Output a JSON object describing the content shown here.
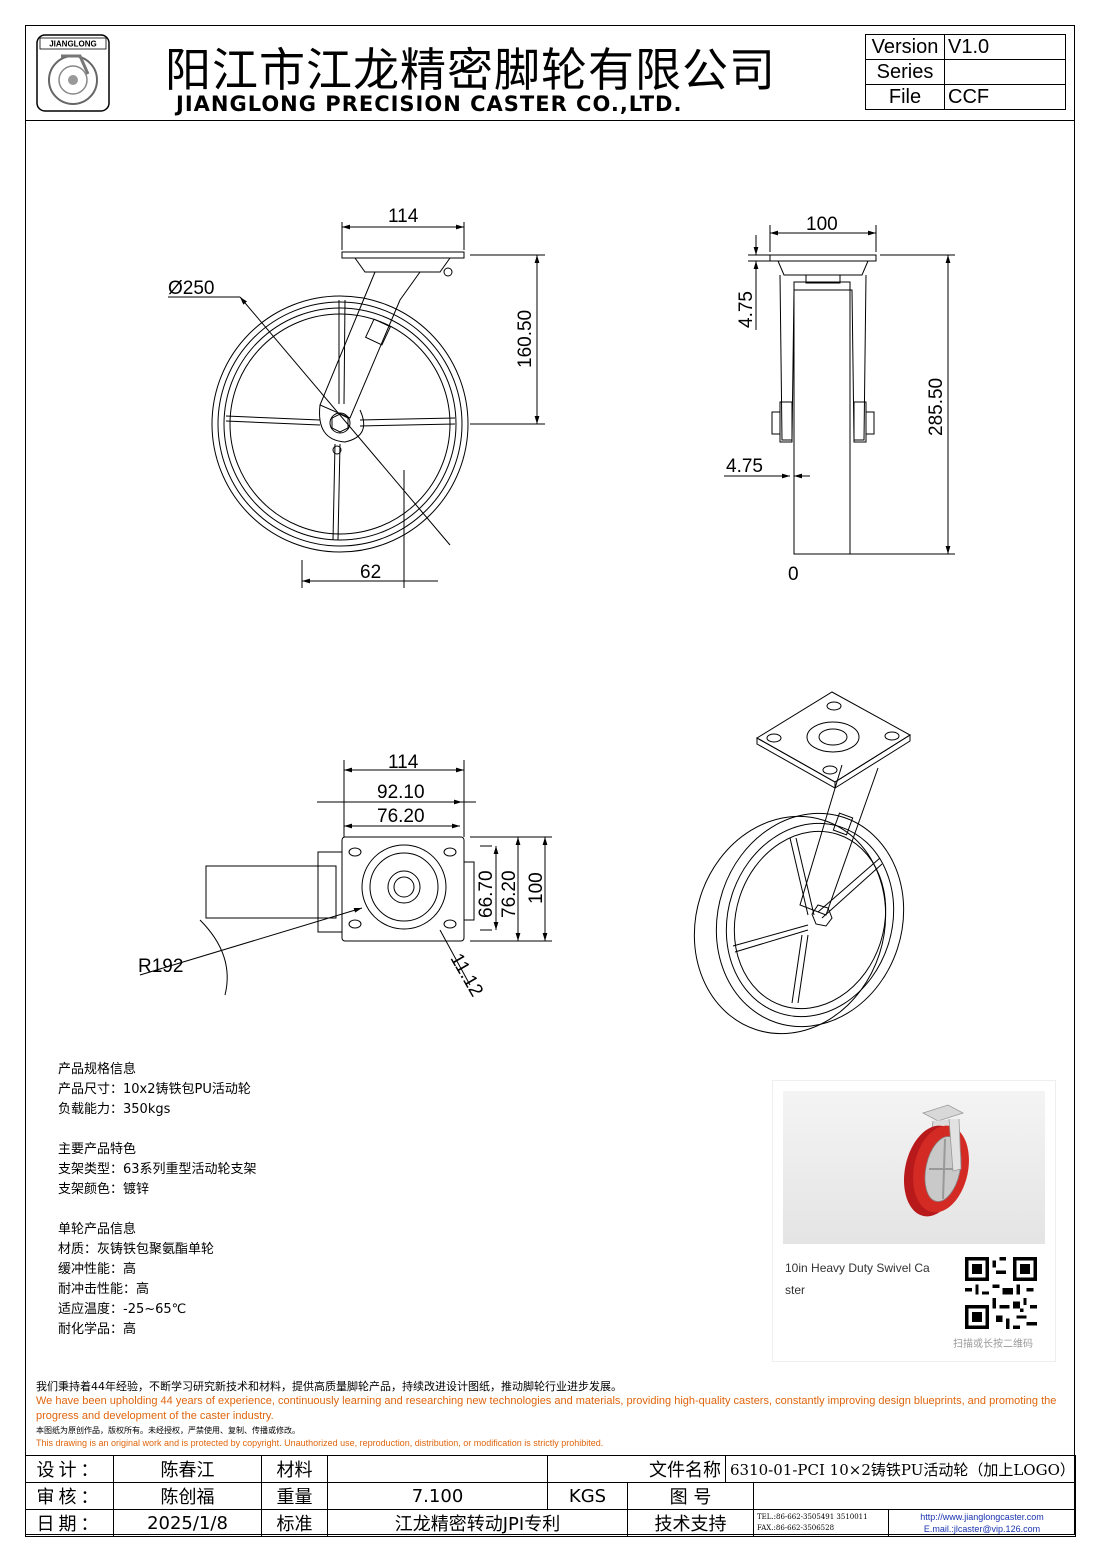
{
  "company": {
    "logo_text": "JIANGLONG",
    "name_cn": "阳江市江龙精密脚轮有限公司",
    "name_en": "JIANGLONG PRECISION CASTER CO.,LTD."
  },
  "version_table": {
    "version_label": "Version",
    "version_value": "V1.0",
    "series_label": "Series",
    "series_value": "",
    "file_label": "File",
    "file_value": "CCF"
  },
  "dimensions": {
    "front": {
      "width_top": "114",
      "diameter": "Ø250",
      "height": "160.50",
      "offset": "62"
    },
    "side": {
      "width_top": "100",
      "plate_thk": "4.75",
      "total_height": "285.50",
      "bottom_thk": "4.75",
      "zero": "0"
    },
    "top": {
      "w114": "114",
      "w92": "92.10",
      "w76": "76.20",
      "h66": "66.70",
      "h76": "76.20",
      "h100": "100",
      "radius": "R192",
      "hole": "11.12"
    }
  },
  "specs": {
    "g1_title": "产品规格信息",
    "size": "产品尺寸：10x2铸铁包PU活动轮",
    "load": "负载能力：350kgs",
    "g2_title": "主要产品特色",
    "bracket_type": "支架类型：63系列重型活动轮支架",
    "bracket_color": "支架颜色：镀锌",
    "g3_title": "单轮产品信息",
    "material": "材质：灰铸铁包聚氨酯单轮",
    "cushion": "缓冲性能：高",
    "impact": "耐冲击性能：高",
    "temperature": "适应温度：-25~65℃",
    "chemical": "耐化学品：高"
  },
  "photo": {
    "caption_1": "10in Heavy Duty Swivel  Ca",
    "caption_2": "ster",
    "qr_caption": "扫描或长按二维码"
  },
  "notice": {
    "cn": "我们秉持着44年经验，不断学习研究新技术和材料，提供高质量脚轮产品，持续改进设计图纸，推动脚轮行业进步发展。",
    "en": "We have been upholding 44 years of experience, continuously learning and researching new technologies and materials, providing high-quality casters, constantly improving design blueprints, and promoting the progress and development of the caster industry.",
    "copyright_cn": "本图纸为原创作品，版权所有。未经授权，严禁使用、复制、传播或修改。",
    "copyright_en": "This drawing is an original work and is protected by copyright. Unauthorized use, reproduction, distribution, or modification is strictly prohibited."
  },
  "title_block": {
    "design_label": "设计：",
    "designer": "陈春江",
    "material_label": "材料",
    "material_value": "",
    "filename_label": "文件名称",
    "filename_value": "6310-01-PCI 10×2铸铁PU活动轮（加上LOGO）",
    "review_label": "审核：",
    "reviewer": "陈创福",
    "weight_label": "重量",
    "weight_value": "7.100",
    "weight_unit": "KGS",
    "drawing_no_label": "图    号",
    "drawing_no_value": "",
    "date_label": "日期：",
    "date_value": "2025/1/8",
    "standard_label": "标准",
    "standard_value": "江龙精密转动JPI专利",
    "support_label": "技术支持",
    "tel": "TEL.:86-662-3505491 3510011",
    "fax": "FAX.:86-662-3506528",
    "web": "http://www.jianglongcaster.com",
    "email": "E.mail.:jlcaster@vip.126.com"
  },
  "colors": {
    "notice_orange": "#e0650e",
    "contact_blue": "#1a33b0",
    "wheel_red": "#c8201e"
  }
}
